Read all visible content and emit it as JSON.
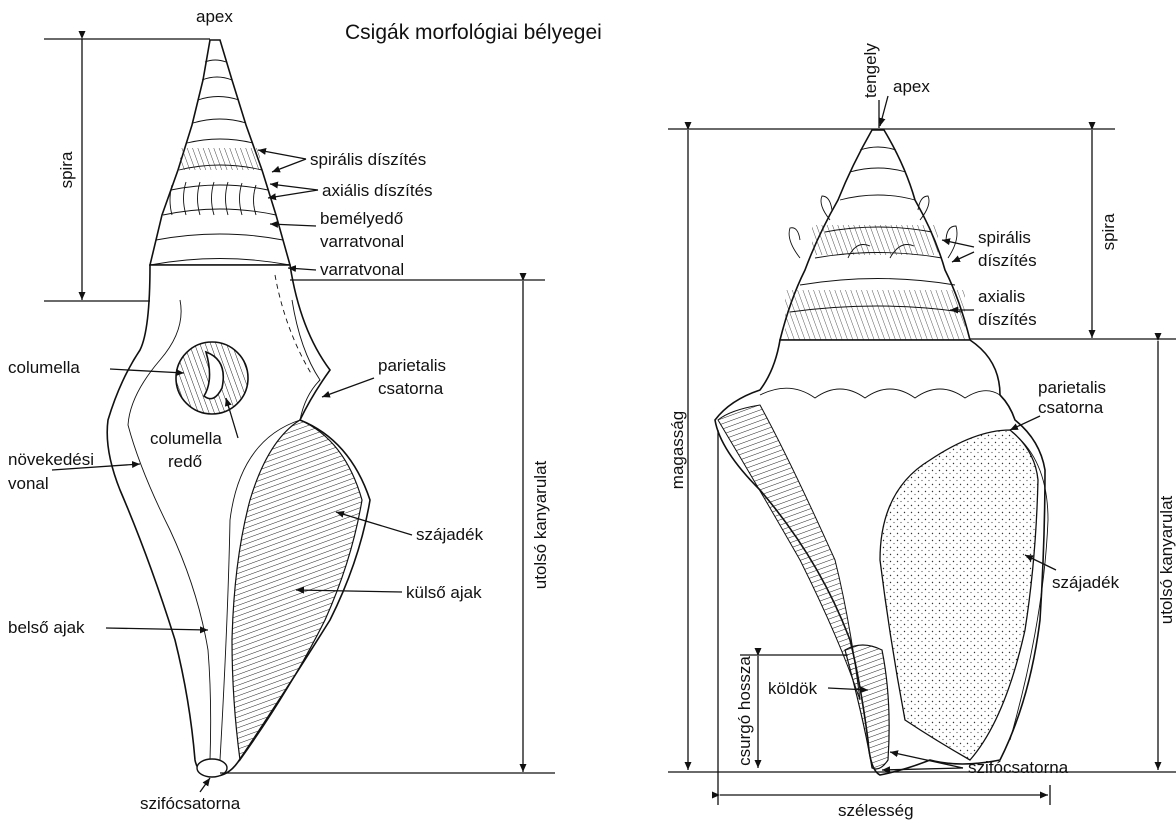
{
  "title": "Csigák morfológiai bélyegei",
  "left_shell": {
    "apex": "apex",
    "spira": "spira",
    "spiralis_diszites": "spirális díszítés",
    "axialis_diszites": "axiális díszítés",
    "bemelyedo_1": "bemélyedő",
    "bemelyedo_2": "varratvonal",
    "varratvonal": "varratvonal",
    "columella": "columella",
    "parietalis_1": "parietalis",
    "parietalis_2": "csatorna",
    "columella_redo_1": "columella",
    "columella_redo_2": "redő",
    "novekedesi_1": "növekedési",
    "novekedesi_2": "vonal",
    "utolso_kanyarulat": "utolsó kanyarulat",
    "szajadek": "szájadék",
    "kulso_ajak": "külső ajak",
    "belso_ajak": "belső ajak",
    "szifocsatorna": "szifócsatorna"
  },
  "right_shell": {
    "tengely": "tengely",
    "apex": "apex",
    "spira": "spira",
    "spiralis_1": "spirális",
    "spiralis_2": "díszítés",
    "axialis_1": "axialis",
    "axialis_2": "díszítés",
    "magassag": "magasság",
    "parietalis_1": "parietalis",
    "parietalis_2": "csatorna",
    "utolso_kanyarulat": "utolsó kanyarulat",
    "szajadek": "szájadék",
    "csurgo_hossza": "csurgó hossza",
    "koldok": "köldök",
    "szifocsatorna": "szifócsatorna",
    "szelesseg": "szélesség"
  }
}
